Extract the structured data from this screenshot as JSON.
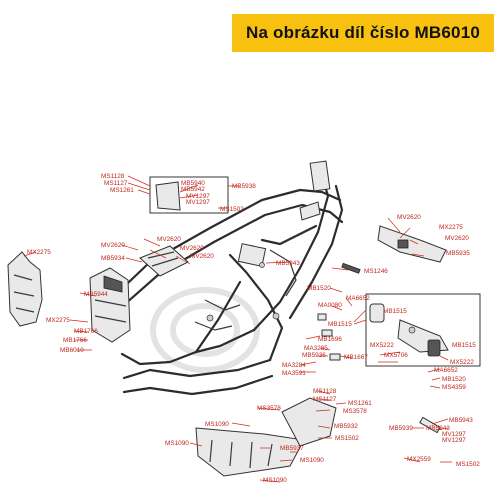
{
  "banner": {
    "title": "Na obrázku díl číslo MB6010"
  },
  "colors": {
    "banner_bg": "#f8c10f",
    "label": "#c0271e",
    "outline": "#2c2c2c"
  },
  "labels": {
    "l1": "MS1128",
    "l2": "MS1127",
    "l3": "MS1261",
    "l4": "MB5940",
    "l5": "MB5942",
    "l6": "MV1297",
    "l7": "MV1297",
    "l8": "MB5938",
    "l9": "MS1502",
    "l10": "MV2620",
    "l11": "MX2275",
    "l12": "MV2620",
    "l13": "MB5935",
    "l14": "MX2275",
    "l15": "MV2620",
    "l16": "MV2620",
    "l17": "MV2620",
    "l18": "MB5934",
    "l19": "MV2620",
    "l20": "MB5943",
    "l21": "MS1246",
    "l22": "MB5944",
    "l23": "MB1520",
    "l24": "MA6652",
    "l25": "MA0080",
    "l26": "MB1515",
    "l27": "MB1515",
    "l28": "MX2275",
    "l29": "MB1766",
    "l30": "MB1766",
    "l31": "MB6010",
    "l32": "MB1696",
    "l33": "MA3285",
    "l34": "MB5936",
    "l35": "MB1667",
    "l36": "MX5222",
    "l37": "MX5706",
    "l38": "MB1515",
    "l39": "MX5222",
    "l40": "MA3284",
    "l41": "MA3591",
    "l42": "MA6652",
    "l43": "MB1520",
    "l44": "MS4359",
    "l45": "MS1128",
    "l46": "MS1127",
    "l47": "MS1261",
    "l48": "MS3578",
    "l49": "MS3578",
    "l50": "MB5943",
    "l51": "MB5943",
    "l52": "MV1297",
    "l53": "MV1297",
    "l54": "MB5939",
    "l55": "MS1090",
    "l56": "MB5932",
    "l57": "MS1502",
    "l58": "MS1090",
    "l59": "MB5937",
    "l60": "MS1090",
    "l61": "MS1090",
    "l62": "MX2559",
    "l63": "MS1502"
  }
}
